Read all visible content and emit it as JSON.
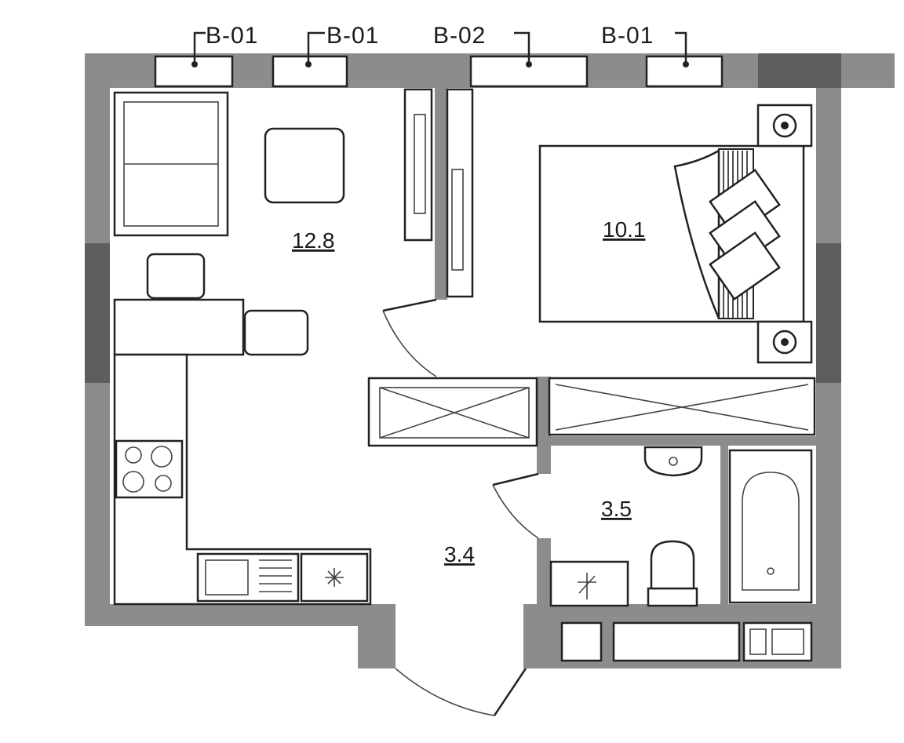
{
  "window_tags": [
    "B-01",
    "B-01",
    "B-02",
    "B-01"
  ],
  "rooms": {
    "living_kitchen": "12.8",
    "bedroom": "10.1",
    "bathroom": "3.5",
    "hall": "3.4"
  },
  "colors": {
    "wall": "#8c8c8c",
    "wall_dark": "#5e5e5e",
    "line": "#222222"
  }
}
